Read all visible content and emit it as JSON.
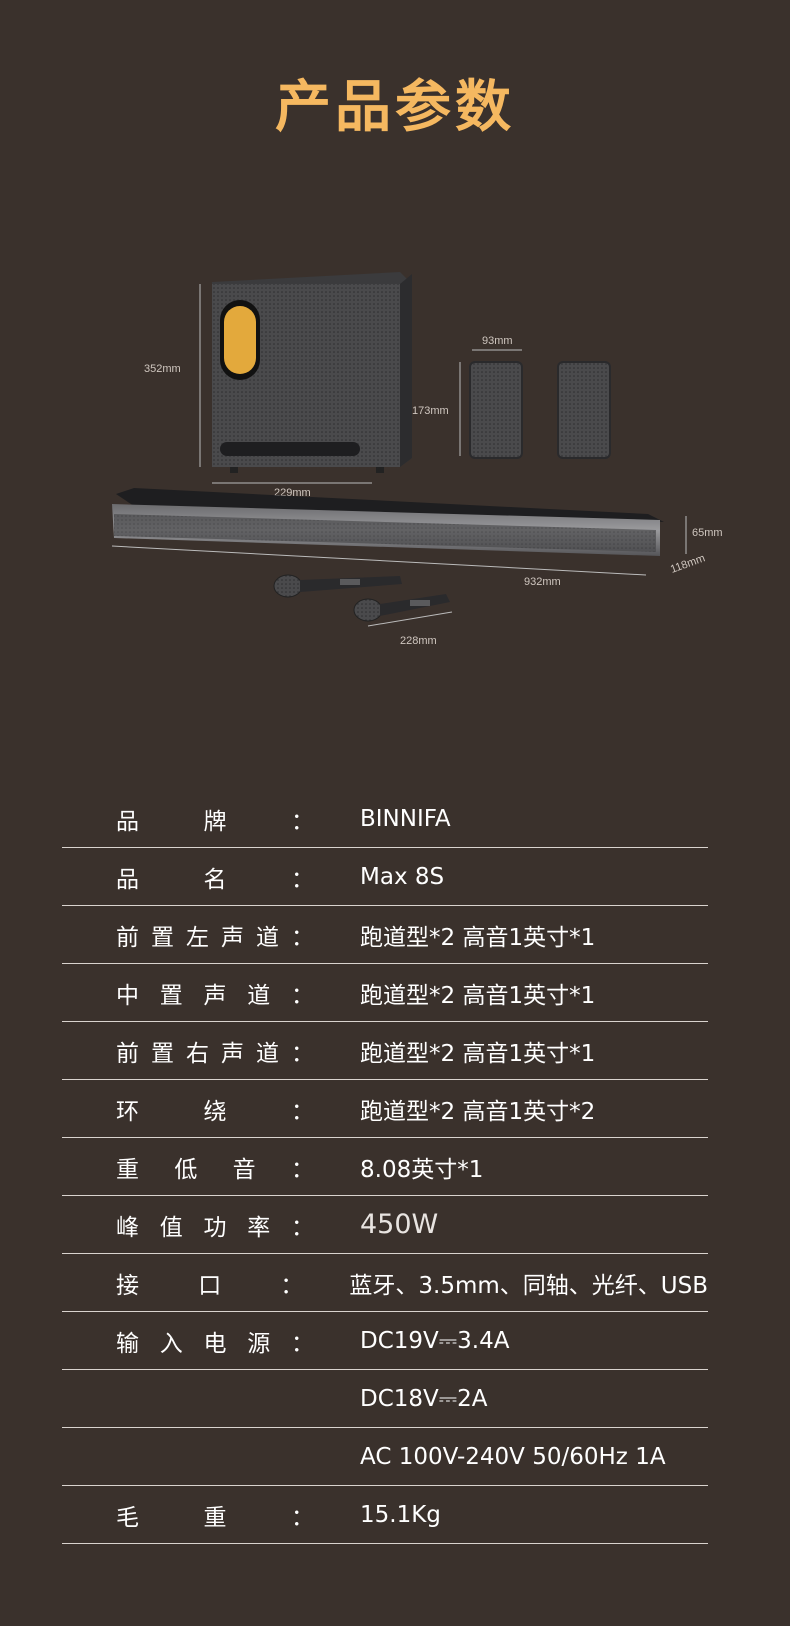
{
  "title": "产品参数",
  "dimensions": {
    "sub_height": "352mm",
    "sub_width": "229mm",
    "sat_width": "93mm",
    "sat_height": "173mm",
    "bar_height": "65mm",
    "bar_depth": "118mm",
    "bar_width": "932mm",
    "mic_length": "228mm"
  },
  "specs": [
    {
      "label": "品牌：",
      "value": "BINNIFA"
    },
    {
      "label": "品名：",
      "value": "Max 8S"
    },
    {
      "label": "前置左声道：",
      "value": "跑道型*2  高音1英寸*1"
    },
    {
      "label": "中置声道：",
      "value": "跑道型*2  高音1英寸*1"
    },
    {
      "label": "前置右声道：",
      "value": "跑道型*2  高音1英寸*1"
    },
    {
      "label": "环绕：",
      "value": "跑道型*2  高音1英寸*2"
    },
    {
      "label": "重低音：",
      "value": "8.08英寸*1"
    },
    {
      "label": "峰值功率：",
      "value": "450W"
    },
    {
      "label": "接口：",
      "value": "蓝牙、3.5mm、同轴、光纤、USB"
    },
    {
      "label": "输入电源：",
      "value": "DC19V⎓3.4A"
    },
    {
      "label": "",
      "value": "DC18V⎓2A"
    },
    {
      "label": "",
      "value": "AC 100V-240V  50/60Hz 1A"
    },
    {
      "label": "毛重：",
      "value": "15.1Kg"
    }
  ]
}
